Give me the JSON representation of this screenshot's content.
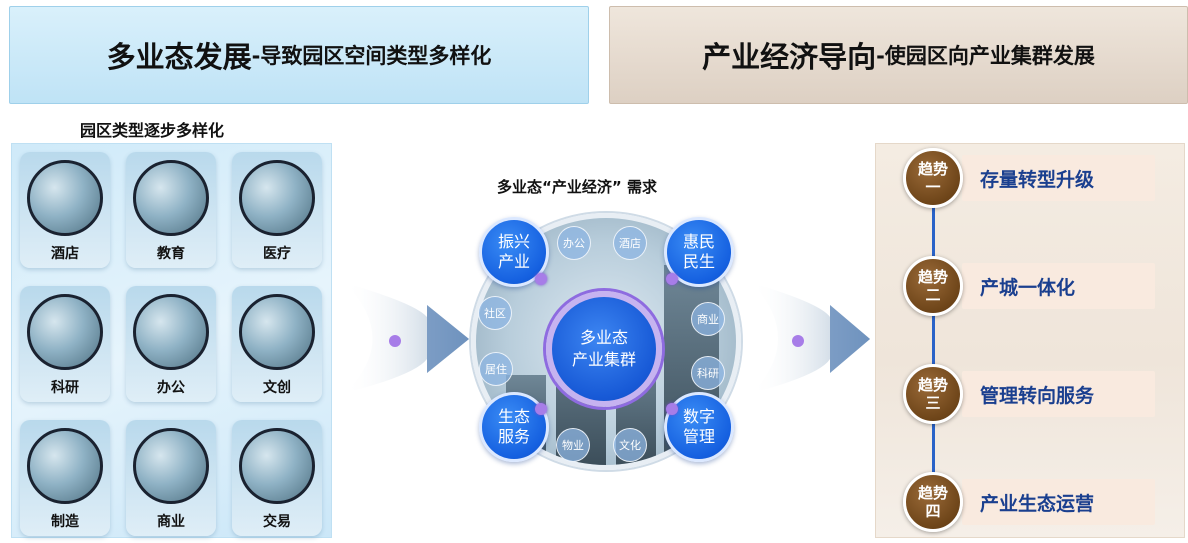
{
  "banner_left": {
    "main": "多业态发展",
    "sub": "-导致园区空间类型多样化"
  },
  "banner_right": {
    "main": "产业经济导向",
    "sub": "-使园区向产业集群发展"
  },
  "left_section": {
    "title": "园区类型逐步多样化",
    "types": [
      "酒店",
      "教育",
      "医疗",
      "科研",
      "办公",
      "文创",
      "制造",
      "商业",
      "交易"
    ]
  },
  "center": {
    "title": "多业态“产业经济” 需求",
    "core": {
      "line1": "多业态",
      "line2": "产业集群"
    },
    "nodes": [
      {
        "line1": "振兴",
        "line2": "产业"
      },
      {
        "line1": "惠民",
        "line2": "民生"
      },
      {
        "line1": "生态",
        "line2": "服务"
      },
      {
        "line1": "数字",
        "line2": "管理"
      }
    ],
    "bubbles": [
      "办公",
      "酒店",
      "社区",
      "商业",
      "居住",
      "科研",
      "物业",
      "文化"
    ]
  },
  "trends": [
    {
      "tag1": "趋势",
      "tag2": "一",
      "text": "存量转型升级"
    },
    {
      "tag1": "趋势",
      "tag2": "二",
      "text": "产城一体化"
    },
    {
      "tag1": "趋势",
      "tag2": "三",
      "text": "管理转向服务"
    },
    {
      "tag1": "趋势",
      "tag2": "四",
      "text": "产业生态运营"
    }
  ],
  "colors": {
    "accent_blue": "#1560e0",
    "trend_brown": "#6e4519",
    "trend_text": "#1a3f8f"
  }
}
